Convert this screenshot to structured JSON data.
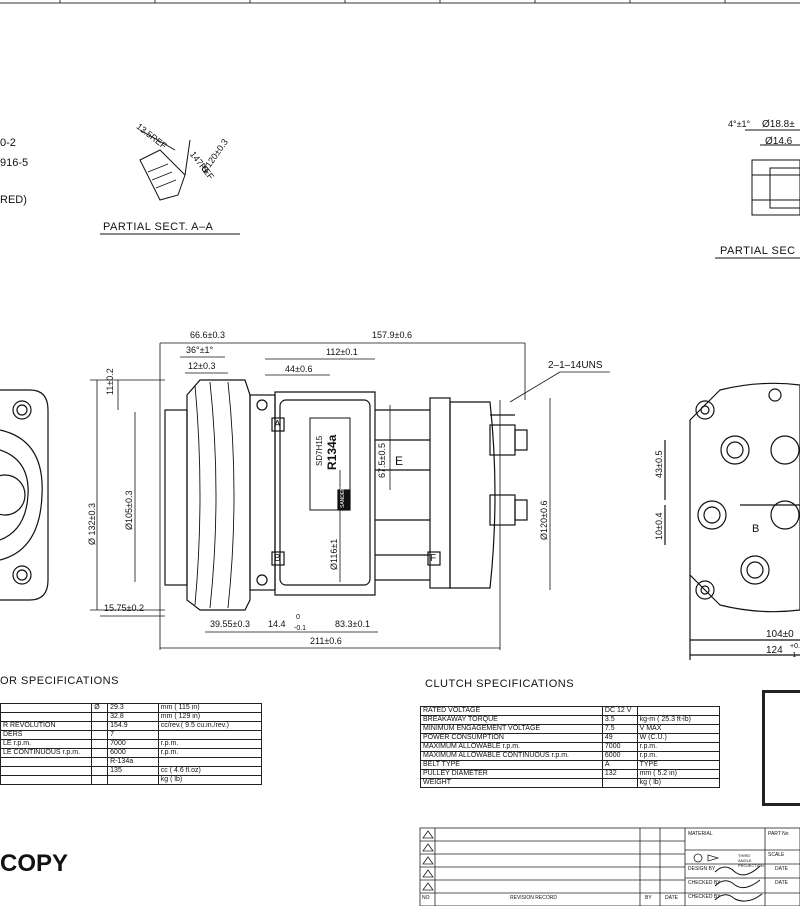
{
  "partial_sections": {
    "left_title": "PARTIAL  SECT.  A–A",
    "right_title": "PARTIAL  SEC",
    "left_dims": [
      "13.5REF",
      "147REF",
      "Ø120±0.3"
    ],
    "right_dims": [
      "4°±1°",
      "Ø18.8±",
      "Ø14.6"
    ],
    "left_edge_notes": [
      "0-2",
      "916-5",
      "RED)"
    ]
  },
  "main_view": {
    "dims": {
      "d1": "66.6±0.3",
      "d2": "157.9±0.6",
      "d3": "36°±1°",
      "d4": "12±0.3",
      "d5": "112±0.1",
      "d6": "44±0.6",
      "d7": "2–1–14UNS",
      "d8": "11±0.2",
      "d9": "Ø 132±0.3",
      "d10": "Ø105±0.3",
      "d11": "67.5±0.5",
      "d12": "Ø116±1",
      "d13": "Ø120±0.6",
      "d14": "15.75±0.2",
      "d15": "39.55±0.3",
      "d16": "14.4",
      "d17": "0",
      "d18": "-0.1",
      "d19": "83.3±0.1",
      "d20": "211±0.6",
      "right1": "43±0.5",
      "right2": "10±0.4",
      "right3": "104±0",
      "right4": "124",
      "right5": "+0.",
      "right6": "-1"
    },
    "label_plate": {
      "model": "SD7H15",
      "refrigerant": "R134a",
      "brand": "SANDEN"
    },
    "markers": [
      "A",
      "B",
      "E",
      "F"
    ],
    "section_marker": "B"
  },
  "compressor_specs": {
    "title": "OR  SPECIFICATIONS",
    "rows": [
      [
        "",
        "Ø",
        "29.3",
        "mm (  115  in)"
      ],
      [
        "",
        "",
        "32.8",
        "mm (  129  in)"
      ],
      [
        "R REVOLUTION",
        "",
        "154.9",
        "cc/rev.(  9.5  cu.in./rev.)"
      ],
      [
        "DERS",
        "",
        "7",
        ""
      ],
      [
        "LE r.p.m.",
        "",
        "7000",
        "r.p.m."
      ],
      [
        "LE CONTINUOUS r.p.m.",
        "",
        "6000",
        "r.p.m."
      ],
      [
        "",
        "",
        "R-134a",
        ""
      ],
      [
        "",
        "",
        "135",
        "cc (  4.6  fl.oz)"
      ],
      [
        "",
        "",
        "",
        "kg (          lb)"
      ]
    ]
  },
  "clutch_specs": {
    "title": "CLUTCH  SPECIFICATIONS",
    "rows": [
      [
        "RATED VOLTAGE",
        "DC 12 V",
        ""
      ],
      [
        "BREAKAWAY TORQUE",
        "3.5",
        "kg-m ( 25.3 ft-lb)"
      ],
      [
        "MINIMUM ENGAGEMENT VOLTAGE",
        "7.5",
        "V MAX"
      ],
      [
        "POWER CONSUMPTION",
        "49",
        "W (C.U.)"
      ],
      [
        "MAXIMUM ALLOWABLE r.p.m.",
        "7000",
        "r.p.m."
      ],
      [
        "MAXIMUM ALLOWABLE CONTINUOUS r.p.m.",
        "6000",
        "r.p.m."
      ],
      [
        "BELT TYPE",
        "A",
        "TYPE"
      ],
      [
        "PULLEY DIAMETER",
        "132",
        "mm (   5.2   in)"
      ],
      [
        "WEIGHT",
        "",
        "kg (          lb)"
      ]
    ]
  },
  "title_block": {
    "copy": "COPY",
    "revision_record": "REVISION RECORD",
    "by": "BY",
    "date": "DATE",
    "material": "MATERIAL",
    "part_no": "PART No",
    "scale": "SCALE",
    "third_angle": "THIRD ANGLE PROJECTION",
    "designed_by": "DESIGN BY",
    "checked_by": "CHECKED BY",
    "checked_by2": "CHECKED BY",
    "no": "NO",
    "date_col": "DATE",
    "date_col2": "DATE"
  }
}
